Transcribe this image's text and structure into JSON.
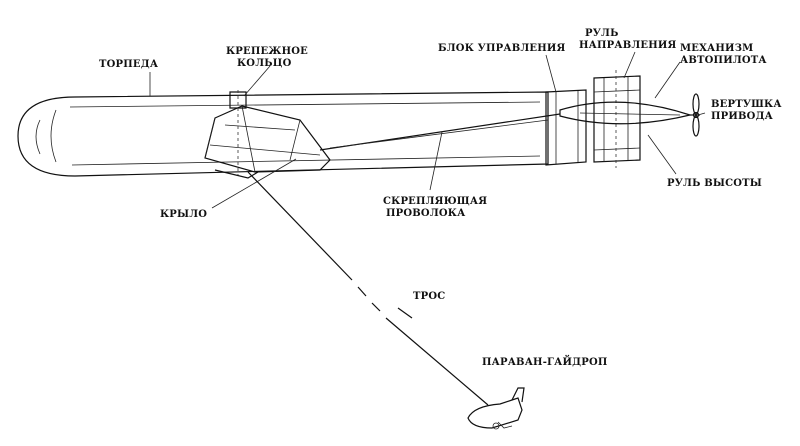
{
  "labels": {
    "torpedo": "ТОРПЕДА",
    "ring_l1": "КРЕПЕЖНОЕ",
    "ring_l2": "КОЛЬЦО",
    "control": "БЛОК УПРАВЛЕНИЯ",
    "rudder_l1": "РУЛЬ",
    "rudder_l2": "НАПРАВЛЕНИЯ",
    "autopilot_l1": "МЕХАНИЗМ",
    "autopilot_l2": "АВТОПИЛОТА",
    "vane_l1": "ВЕРТУШКА",
    "vane_l2": "ПРИВОДА",
    "elevator": "РУЛЬ ВЫСОТЫ",
    "wire_l1": "СКРЕПЛЯЮЩАЯ",
    "wire_l2": "ПРОВОЛОКА",
    "wing": "КРЫЛО",
    "cable": "ТРОС",
    "paravane": "ПАРАВАН-ГАЙДРОП"
  }
}
